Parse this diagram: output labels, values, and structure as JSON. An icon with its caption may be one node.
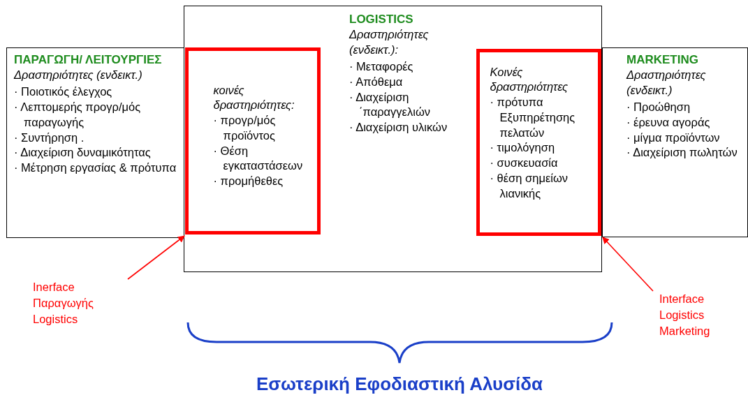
{
  "diagram": {
    "caption": "Εσωτερική Εφοδιαστική Αλυσίδα",
    "nodes": [
      {
        "text": [
          "ΠΑΡΑΓΩΓΗ/ ΛΕΙΤΟΥΡΓΙΕΣ",
          "Δραστηριότητες (ενδεικτ.)",
          "· Ποιοτικός έλεγχος",
          "· Λεπτομερής προγρ/μός παραγωγής",
          "· Συντήρηση .",
          "· Διαχείριση δυναμικότητας",
          "· Μέτρηση εργασίας & πρότυπα"
        ]
      },
      {
        "text": [
          "LOGISTICS",
          "Δραστηριότητες (ενδεικτ.):",
          "· Μεταφορές",
          "· Απόθεμα",
          "· Διαχείριση ΄παραγγελιών",
          "· Διαχείριση υλικών"
        ]
      },
      {
        "text": [
          "κοινές δραστηριότητες:",
          "· προγρ/μός προϊόντος",
          "· Θέση εγκαταστάσεων",
          "· προμήθεθες"
        ],
        "in": 1
      },
      {
        "text": [
          "Κοινές δραστηριότητες",
          "· πρότυπα Εξυπηρέτησης πελατών",
          "· τιμολόγηση",
          "· συσκευασία",
          "· θέση σημείων λιανικής"
        ],
        "in": 1
      },
      {
        "text": [
          "MARKETING",
          "Δραστηριότητες (ενδεικτ.)",
          "· Προώθηση",
          "· έρευνα αγοράς",
          "· μίγμα προϊόντων",
          "· Διαχείριση πωλητών"
        ]
      },
      {
        "text": [
          "Inerface Παραγωγής Logistics"
        ]
      },
      {
        "text": [
          "Interface Logistics Marketing"
        ]
      }
    ],
    "edges": [
      {
        "from": 5,
        "to": 2,
        "arrow": "to"
      },
      {
        "from": 6,
        "to": 3,
        "arrow": "to"
      }
    ]
  }
}
